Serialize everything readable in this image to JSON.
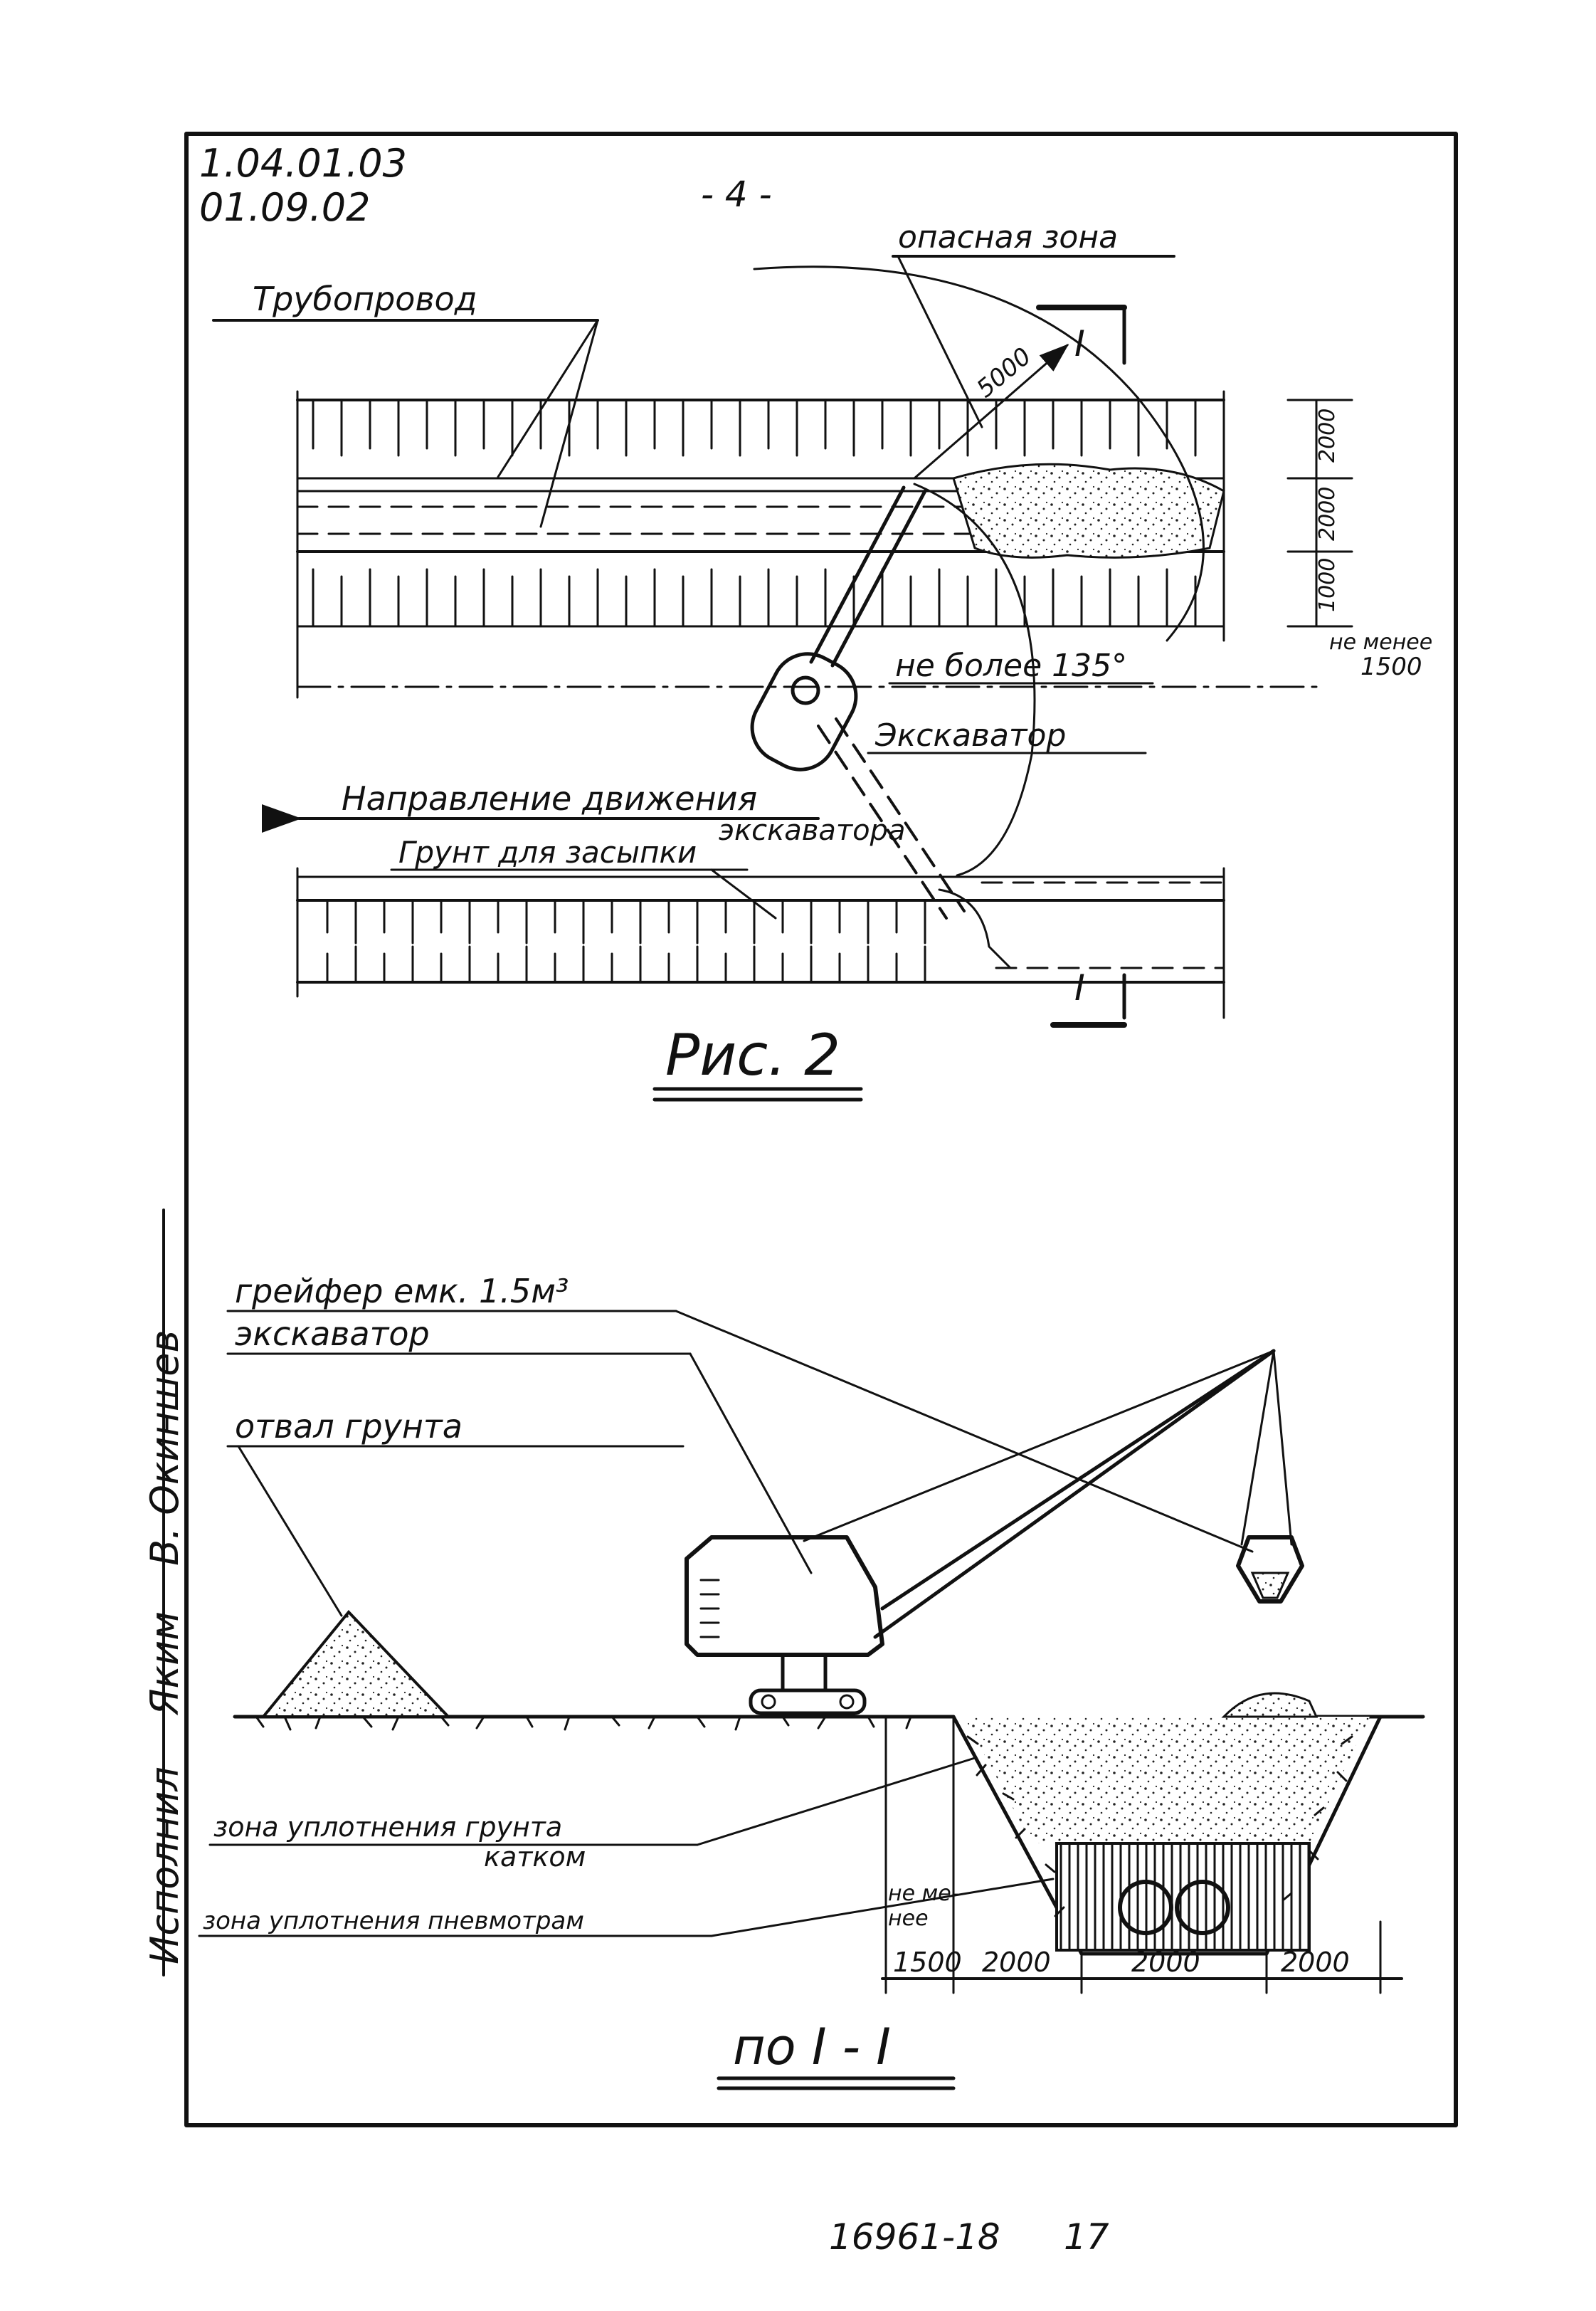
{
  "header": {
    "code_line1": "1.04.01.03",
    "code_line2": "01.09.02",
    "page_number": "- 4 -"
  },
  "fig2": {
    "danger_zone": "опасная зона",
    "pipeline": "Трубопровод",
    "reach": "5000",
    "section_mark": "I",
    "dim_2000_a": "2000",
    "dim_2000_b": "2000",
    "dim_1000": "1000",
    "not_less_label": "не менее",
    "not_less_value": "1500",
    "angle_label": "не более 135°",
    "excavator": "Экскаватор",
    "direction": "Направление движения",
    "direction_2": "экскаватора",
    "backfill": "Грунт для засыпки",
    "caption": "Рис. 2"
  },
  "section": {
    "grab_label": "грейфер емк. 1.5м³",
    "excavator_label": "экскаватор",
    "dump_label": "отвал грунта",
    "roller_zone": "зона уплотнения грунта",
    "roller_zone_2": "катком",
    "rammer_zone": "зона уплотнения пневмотрам",
    "not_less_a": "не ме-",
    "not_less_b": "нее",
    "dim_1500": "1500",
    "dim_2000_a": "2000",
    "dim_2000_b": "2000",
    "dim_2000_c": "2000",
    "caption": "по I - I"
  },
  "margin_stamp": {
    "role": "Исполнил",
    "name": "В. Окиншев"
  },
  "footer": {
    "doc_number": "16961-18",
    "sheet": "17"
  }
}
